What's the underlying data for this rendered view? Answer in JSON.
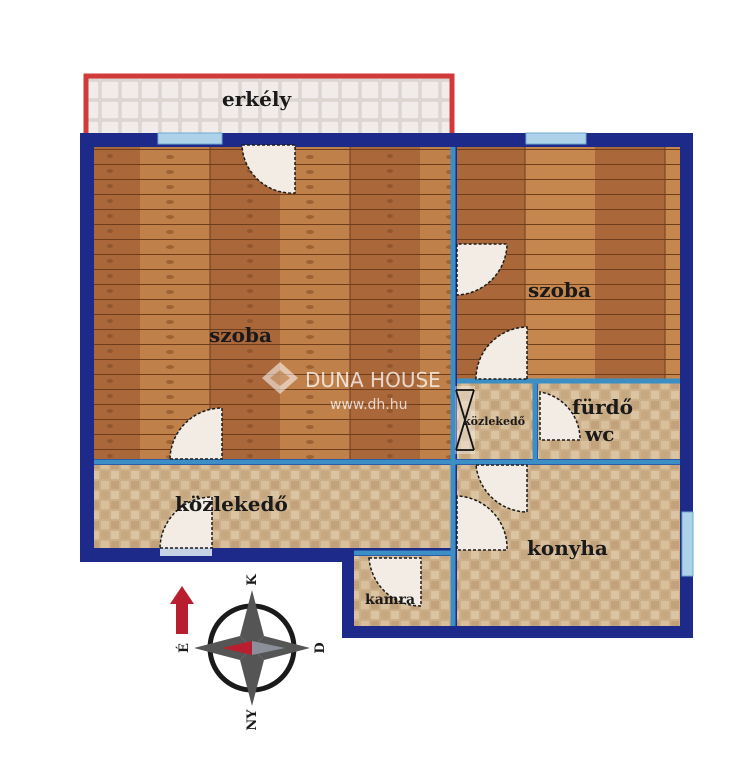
{
  "rooms": {
    "balcony": "erkély",
    "room_large": "szoba",
    "room_small": "szoba",
    "hallway_small": "közlekedő",
    "bathroom_line1": "fürdő",
    "bathroom_line2": "wc",
    "hallway_main": "közlekedő",
    "kitchen": "konyha",
    "pantry": "kamra"
  },
  "watermark": {
    "brand": "DUNA HOUSE",
    "url": "www.dh.hu"
  },
  "compass": {
    "north": "K",
    "east": "D",
    "south": "NY",
    "west": "É"
  },
  "colors": {
    "wall": "#1d2a8a",
    "partition": "#3c8fc4",
    "balcony_rail": "#d23a3a",
    "arrow": "#b81e2e",
    "wood": "#b8743f",
    "tile": "#cdb08a"
  }
}
